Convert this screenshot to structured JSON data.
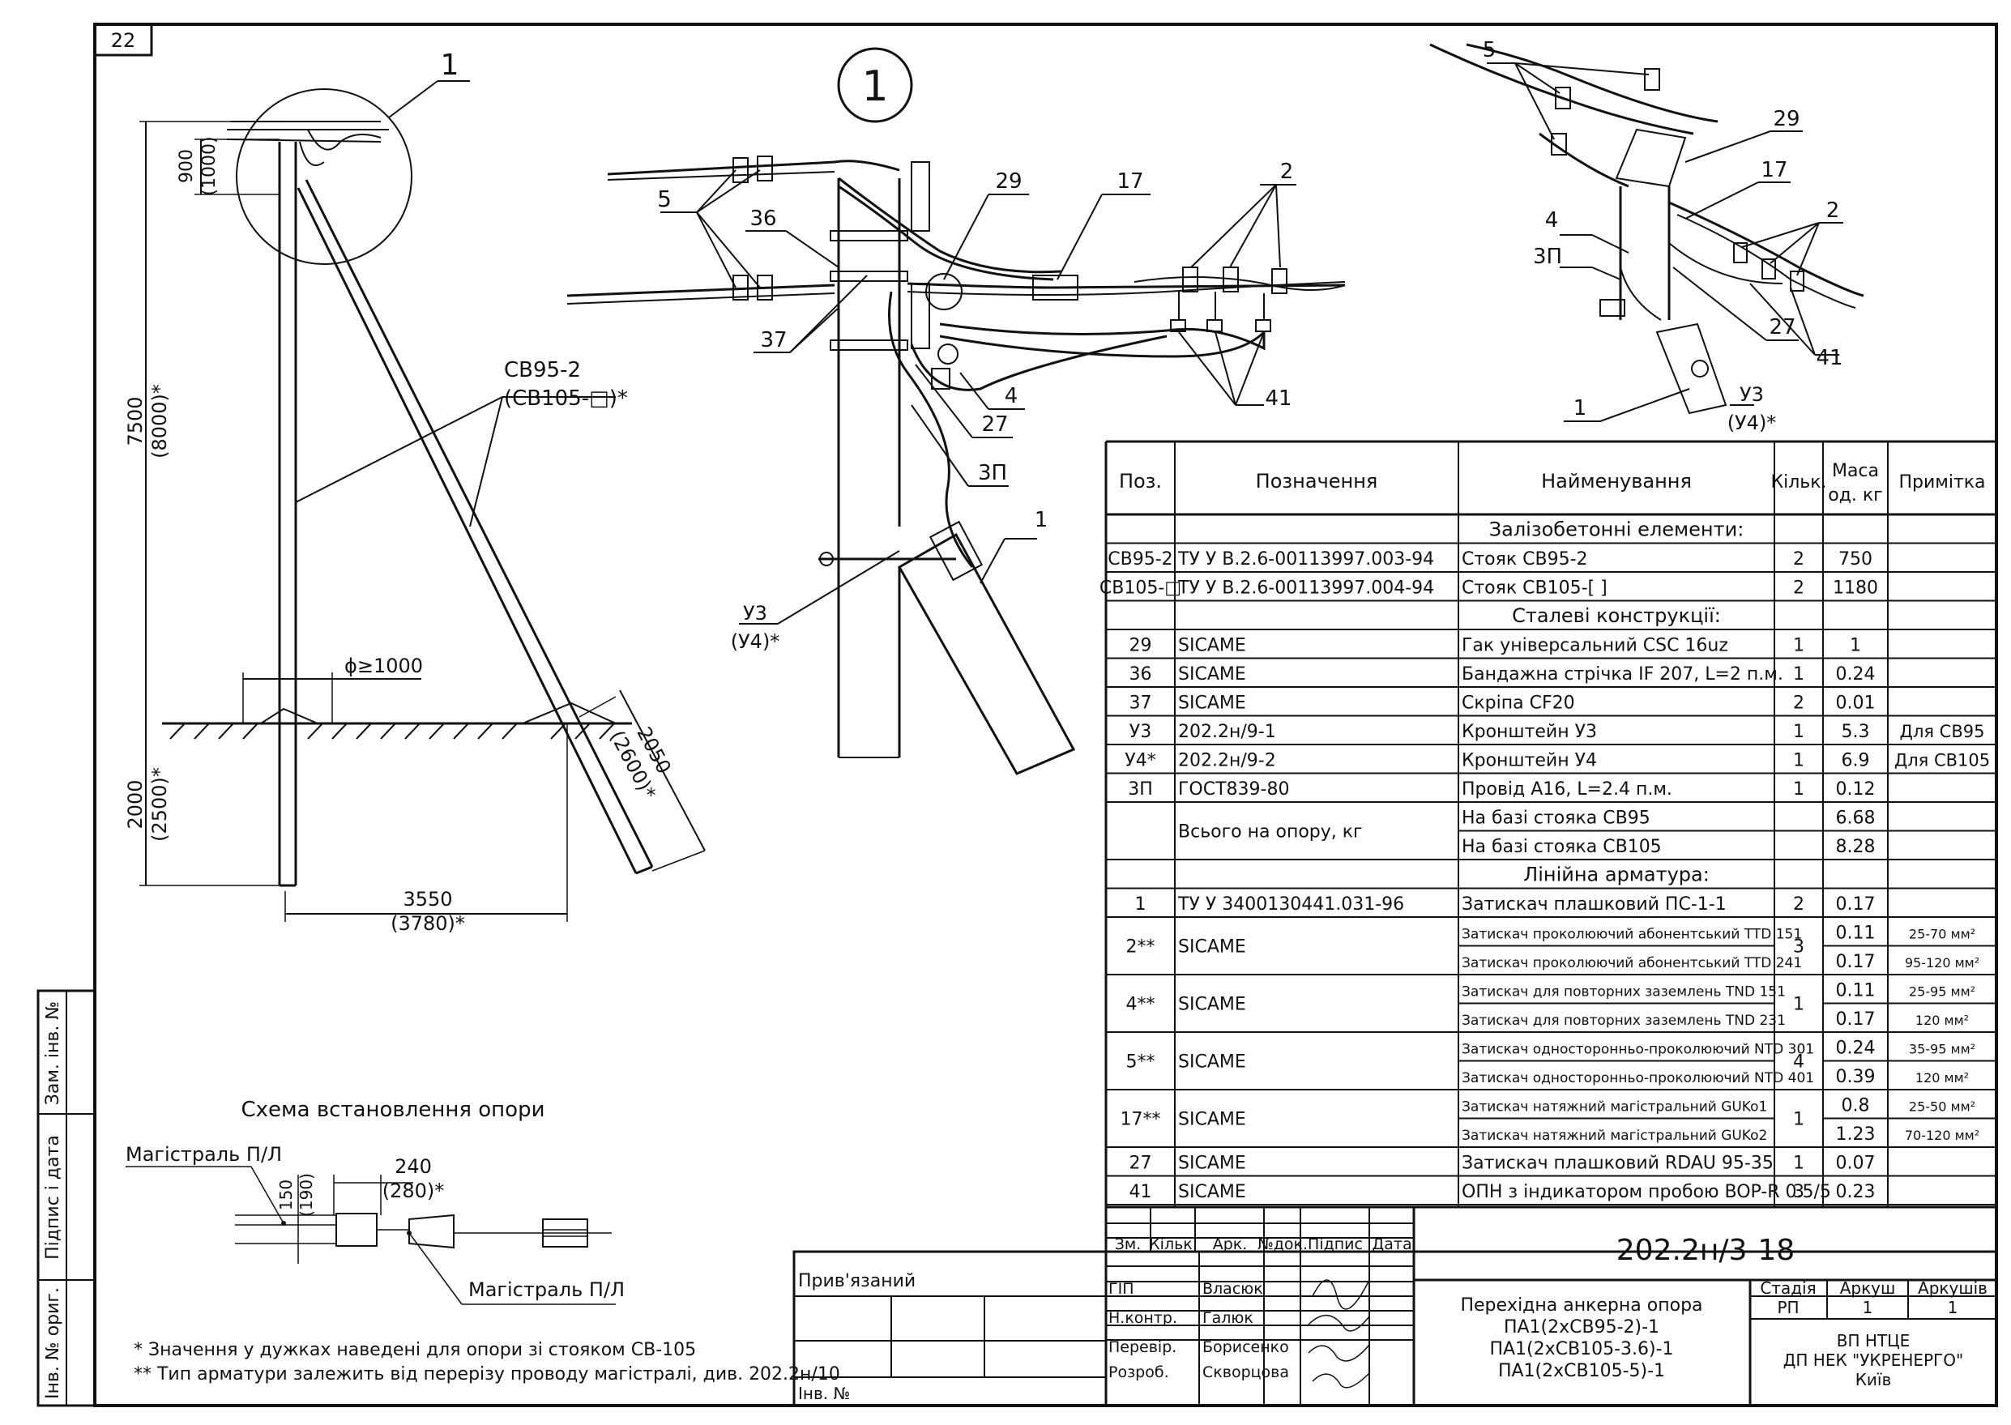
{
  "sheet_number": "22",
  "callout_number": "1",
  "left_view": {
    "leader_1": "1",
    "dim_900": "900",
    "dim_1000": "(1000)",
    "dim_7500": "7500",
    "dim_8000": "(8000)*",
    "pole_main": "СВ95-2",
    "pole_alt": "(СВ105-□)*",
    "pit_diameter": "ϕ≥1000",
    "dim_2000": "2000",
    "dim_2500": "(2500)*",
    "dim_2050": "2050",
    "dim_2600": "(2600)*",
    "dim_3550": "3550",
    "dim_3780": "(3780)*"
  },
  "center_view": {
    "labels": {
      "l5": "5",
      "l36": "36",
      "l37": "37",
      "l29": "29",
      "l17": "17",
      "l2": "2",
      "l41": "41",
      "l27": "27",
      "l4": "4",
      "l3p": "3П",
      "l1": "1",
      "lu3": "У3",
      "lu4": "(У4)*"
    }
  },
  "right_view": {
    "labels": {
      "l5": "5",
      "l29": "29",
      "l17": "17",
      "l2": "2",
      "l4": "4",
      "l3p": "3П",
      "l27": "27",
      "l41": "41",
      "l1": "1",
      "lu3": "У3",
      "lu4": "(У4)*"
    }
  },
  "install_scheme": {
    "title": "Схема встановлення опори",
    "line_left": "Магістраль П/Л",
    "line_right": "Магістраль П/Л",
    "dim_150": "150",
    "dim_190": "(190)",
    "dim_240": "240",
    "dim_280": "(280)*"
  },
  "notes": [
    "* Значення у дужках наведені для опори зі стояком СВ-105",
    "** Тип арматури залежить від перерізу проводу магістралі, див. 202.2н/10"
  ],
  "side_stamp": [
    "Зам. інв. №",
    "Підпис і дата",
    "Інв. № ориг."
  ],
  "spec_table": {
    "headers": {
      "pos": "Поз.",
      "designation": "Позначення",
      "name": "Найменування",
      "qty": "Кільк.",
      "mass1": "Маса",
      "mass2": "од. кг",
      "note": "Примітка"
    },
    "sections": {
      "concrete": "Залізобетонні елементи:",
      "steel": "Сталеві конструкції:",
      "fittings": "Лінійна арматура:"
    },
    "total_label": "Всього на опору, кг",
    "rows": [
      {
        "pos": "СВ95-2",
        "des": "ТУ У В.2.6-00113997.003-94",
        "name": "Стояк СВ95-2",
        "qty": "2",
        "mass": "750",
        "note": ""
      },
      {
        "pos": "СВ105-□",
        "des": "ТУ У В.2.6-00113997.004-94",
        "name": "Стояк СВ105-[    ]",
        "qty": "2",
        "mass": "1180",
        "note": ""
      },
      {
        "pos": "29",
        "des": "SICAME",
        "name": "Гак універсальний CSC 16uz",
        "qty": "1",
        "mass": "1",
        "note": ""
      },
      {
        "pos": "36",
        "des": "SICAME",
        "name": "Бандажна стрічка IF 207, L=2 п.м.",
        "qty": "1",
        "mass": "0.24",
        "note": ""
      },
      {
        "pos": "37",
        "des": "SICAME",
        "name": "Скріпа CF20",
        "qty": "2",
        "mass": "0.01",
        "note": ""
      },
      {
        "pos": "У3",
        "des": "202.2н/9-1",
        "name": "Кронштейн У3",
        "qty": "1",
        "mass": "5.3",
        "note": "Для СВ95"
      },
      {
        "pos": "У4*",
        "des": "202.2н/9-2",
        "name": "Кронштейн У4",
        "qty": "1",
        "mass": "6.9",
        "note": "Для СВ105"
      },
      {
        "pos": "3П",
        "des": "ГОСТ839-80",
        "name": "Провід А16, L=2.4 п.м.",
        "qty": "1",
        "mass": "0.12",
        "note": ""
      },
      {
        "name": "На базі стояка СВ95",
        "mass": "6.68"
      },
      {
        "name": "На базі стояка СВ105",
        "mass": "8.28"
      },
      {
        "pos": "1",
        "des": "ТУ У 3400130441.031-96",
        "name": "Затискач плашковий ПС-1-1",
        "qty": "2",
        "mass": "0.17",
        "note": ""
      },
      {
        "pos": "2**",
        "des": "SICAME",
        "qty": "3",
        "name_a": "Затискач проколюючий абонентський TTD 151",
        "mass_a": "0.11",
        "note_a": "25-70 мм²",
        "name_b": "Затискач проколюючий абонентський TTD 241",
        "mass_b": "0.17",
        "note_b": "95-120 мм²"
      },
      {
        "pos": "4**",
        "des": "SICAME",
        "qty": "1",
        "name_a": "Затискач для повторних заземлень TND 151",
        "mass_a": "0.11",
        "note_a": "25-95 мм²",
        "name_b": "Затискач для повторних заземлень TND 231",
        "mass_b": "0.17",
        "note_b": "120 мм²"
      },
      {
        "pos": "5**",
        "des": "SICAME",
        "qty": "4",
        "name_a": "Затискач односторонньо-проколюючий NTD 301",
        "mass_a": "0.24",
        "note_a": "35-95 мм²",
        "name_b": "Затискач односторонньо-проколюючий NTD 401",
        "mass_b": "0.39",
        "note_b": "120 мм²"
      },
      {
        "pos": "17**",
        "des": "SICAME",
        "qty": "1",
        "name_a": "Затискач натяжний магістральний GUKo1",
        "mass_a": "0.8",
        "note_a": "25-50 мм²",
        "name_b": "Затискач натяжний магістральний GUKo2",
        "mass_b": "1.23",
        "note_b": "70-120 мм²"
      },
      {
        "pos": "27",
        "des": "SICAME",
        "name": "Затискач плашковий RDAU 95-35",
        "qty": "1",
        "mass": "0.07",
        "note": ""
      },
      {
        "pos": "41",
        "des": "SICAME",
        "name": "ОПН з індикатором пробою BOP-R 0.5/5",
        "qty": "3",
        "mass": "0.23",
        "note": ""
      }
    ]
  },
  "title_block": {
    "attached": "Прив'язаний",
    "inv_no": "Інв. №",
    "col_headers": [
      "Зм.",
      "Кільк.",
      "Арк.",
      "№док.",
      "Підпис",
      "Дата"
    ],
    "roles": [
      {
        "role": "ГІП",
        "name": "Власюк"
      },
      {
        "role": "Н.контр.",
        "name": "Галюк"
      },
      {
        "role": "Перевір.",
        "name": "Борисенко"
      },
      {
        "role": "Розроб.",
        "name": "Скворцова"
      }
    ],
    "code": "202.2н/3-18",
    "title_lines": [
      "Перехідна анкерна опора",
      "ПА1(2хСВ95-2)-1",
      "ПА1(2хСВ105-3.6)-1",
      "ПА1(2хСВ105-5)-1"
    ],
    "stage_label": "Стадія",
    "sheet_label": "Аркуш",
    "sheets_label": "Аркушів",
    "stage": "РП",
    "sheet": "1",
    "sheets": "1",
    "org_lines": [
      "ВП НТЦЕ",
      "ДП НЕК \"УКРЕНЕРГО\"",
      "Київ"
    ]
  }
}
